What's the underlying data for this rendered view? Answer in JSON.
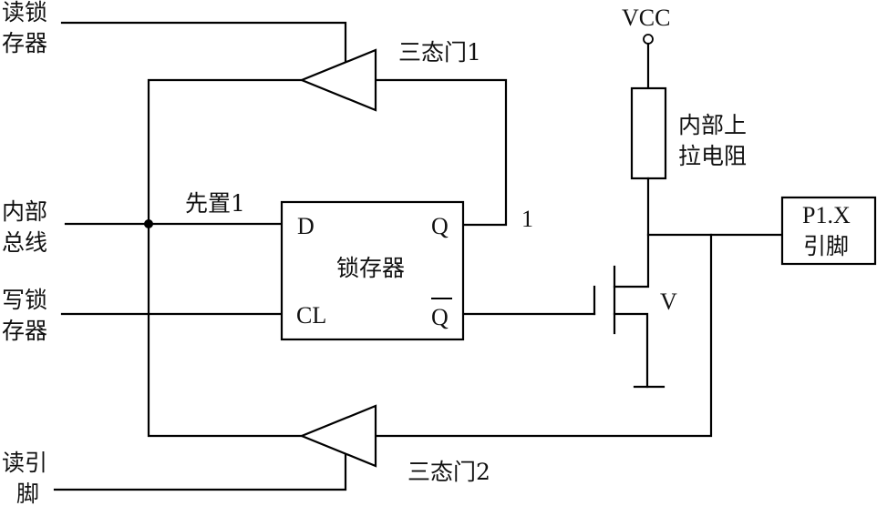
{
  "diagram": {
    "type": "circuit",
    "subject": "8051 P1 port bit structure",
    "colors": {
      "line": "#000000",
      "background": "#ffffff"
    },
    "inputs": {
      "read_latch": [
        "读锁",
        "存器"
      ],
      "internal_bus": [
        "内部",
        "总线"
      ],
      "write_latch": [
        "写锁",
        "存器"
      ],
      "read_pin": [
        "读引",
        "脚"
      ]
    },
    "gates": {
      "tristate1": "三态门1",
      "tristate2": "三态门2"
    },
    "latch": {
      "title": "锁存器",
      "port_d": "D",
      "port_q": "Q",
      "port_cl": "CL",
      "port_qbar": "Q",
      "preset_label": "先置1",
      "q_value_label": "1"
    },
    "power": {
      "vcc": "VCC",
      "resistor": [
        "内部上",
        "拉电阻"
      ]
    },
    "transistor": {
      "label": "V"
    },
    "pin": {
      "label": [
        "P1.X",
        "引脚"
      ]
    },
    "connections": [
      {
        "from": "internal_bus",
        "to": "latch.D",
        "junction": true
      },
      {
        "from": "write_latch",
        "to": "latch.CL"
      },
      {
        "from": "latch.Q",
        "to": "tristate1.input"
      },
      {
        "from": "tristate1.output",
        "to": "internal_bus"
      },
      {
        "from": "read_latch",
        "to": "tristate1.enable"
      },
      {
        "from": "latch.Qbar",
        "to": "transistor.gate"
      },
      {
        "from": "vcc",
        "to": "resistor"
      },
      {
        "from": "resistor",
        "to": "transistor.drain"
      },
      {
        "from": "transistor.drain",
        "to": "pin"
      },
      {
        "from": "transistor.source",
        "to": "ground"
      },
      {
        "from": "pin",
        "to": "tristate2.input"
      },
      {
        "from": "tristate2.output",
        "to": "internal_bus"
      },
      {
        "from": "read_pin",
        "to": "tristate2.enable"
      }
    ]
  }
}
